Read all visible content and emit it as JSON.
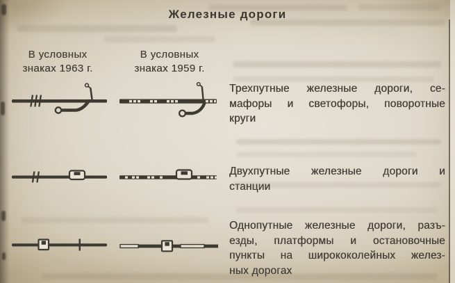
{
  "page": {
    "title": "Железные дороги",
    "ink_color": "#3d3a32",
    "paper_color": "#ded8c9",
    "columns": [
      {
        "id": "signs-1963",
        "heading_lines": [
          "В условных",
          "знаках 1963 г."
        ]
      },
      {
        "id": "signs-1959",
        "heading_lines": [
          "В условных",
          "знаках 1959 г."
        ]
      }
    ],
    "rows": [
      {
        "symbol_1963": "three-track-railway-with-semaphore-and-turning-circle-1963",
        "symbol_1959": "three-track-railway-with-semaphore-and-turning-circle-1959",
        "description": "Трехпутные железные дороги, семафоры и светофоры, поворотные круги",
        "description_lines": [
          "Трехпутные железные дороги, се-",
          "мафоры и светофоры, поворотные",
          "круги"
        ]
      },
      {
        "symbol_1963": "double-track-railway-with-station-1963",
        "symbol_1959": "double-track-railway-with-station-1959",
        "description": "Двухпутные железные дороги и станции",
        "description_lines": [
          "Двухпутные железные дороги и",
          "станции"
        ]
      },
      {
        "symbol_1963": "single-track-railway-with-stop-point-1963",
        "symbol_1959": "single-track-railway-with-stop-point-1959",
        "description": "Однопутные железные дороги, разъезды, платформы и остановочные пункты на ширококолейных железных дорогах",
        "description_lines": [
          "Однопутные железные дороги, разъ-",
          "езды, платформы и остановочные",
          "пункты на ширококолейных желез-",
          "ных дорогах"
        ]
      }
    ]
  }
}
